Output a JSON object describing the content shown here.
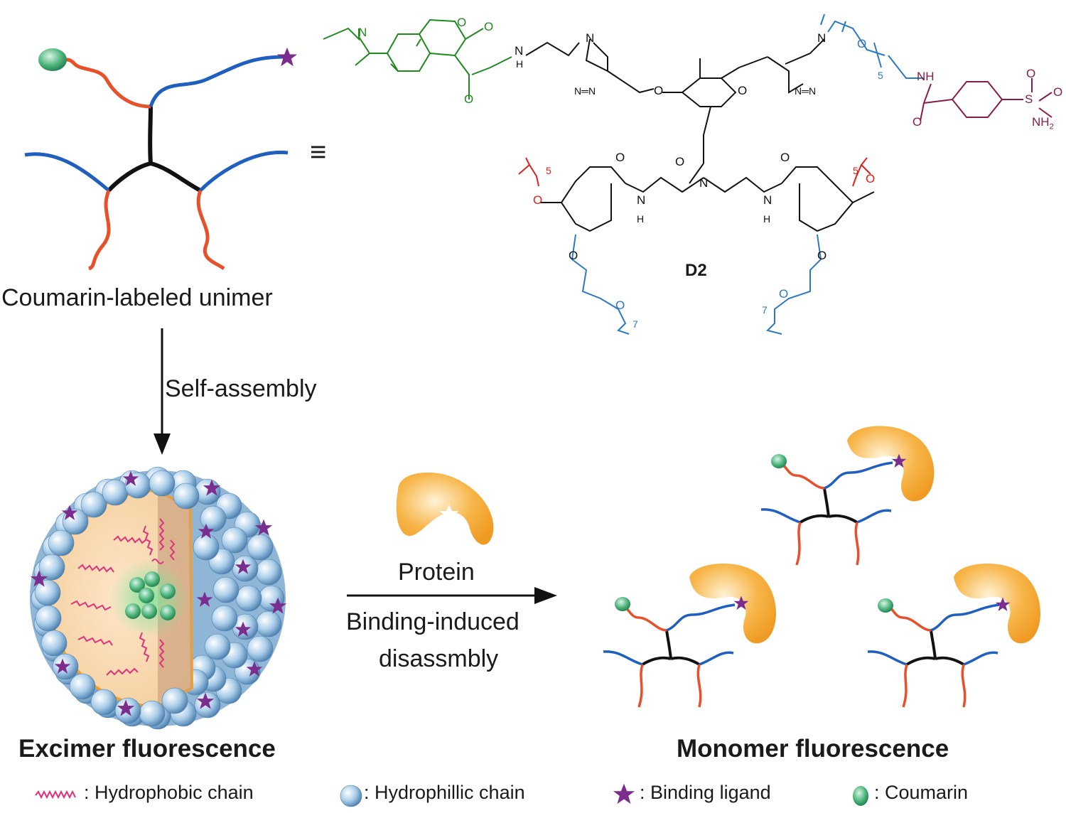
{
  "labels": {
    "unimer": "Coumarin-labeled unimer",
    "self_assembly": "Self-assembly",
    "protein": "Protein",
    "binding_induced": "Binding-induced",
    "disassembly": "disassmbly",
    "excimer": "Excimer fluorescence",
    "monomer": "Monomer fluorescence",
    "equiv": "≡",
    "compound": "D2"
  },
  "legend": [
    {
      "icon": "wavy-line-icon",
      "text": ": Hydrophobic chain"
    },
    {
      "icon": "sphere-icon",
      "text": ": Hydrophillic chain"
    },
    {
      "icon": "star-icon",
      "text": ": Binding ligand"
    },
    {
      "icon": "green-oval-icon",
      "text": ": Coumarin"
    }
  ],
  "molecule_text": {
    "n_green": "N",
    "o1": "O",
    "o2": "O",
    "nh": "H",
    "n_amide": "N",
    "o_amide": "O",
    "triazole_left": "N",
    "triazole_left_nn": "N═N",
    "o_ether_left": "O",
    "o_ether_right": "O",
    "triazole_right": "N",
    "triazole_right_nn": "N═N",
    "o_peg": "O",
    "peg_n": "5",
    "nh_right": "NH",
    "o_benz": "O",
    "s": "S",
    "so1": "O",
    "so2": "O",
    "nh2": "NH",
    "nh2_sub": "2",
    "o_center": "O",
    "n_center": "N",
    "nh_left": "N",
    "h_left": "H",
    "nh_right2": "N",
    "h_right": "H",
    "o_left_amide": "O",
    "o_right_amide": "O",
    "o_red_left": "O",
    "red_n_left": "5",
    "o_red_right": "O",
    "red_n_right": "5",
    "o_blue_left": "O",
    "o_blue_left2": "O",
    "blue_n_left": "7",
    "o_blue_right": "O",
    "o_blue_right2": "O",
    "blue_n_right": "7"
  },
  "colors": {
    "blue": "#1f5fbf",
    "orange": "#e8502a",
    "black": "#111111",
    "purple": "#7b2d8e",
    "green": "#3a9a3a",
    "mol_green": "#1e8a1e",
    "mol_red": "#e0201c",
    "mol_blue": "#2b78c5",
    "mol_maroon": "#8a1c45",
    "protein": "#f3a73a",
    "pink": "#e0307a",
    "sphere": "#9ec6e6"
  }
}
